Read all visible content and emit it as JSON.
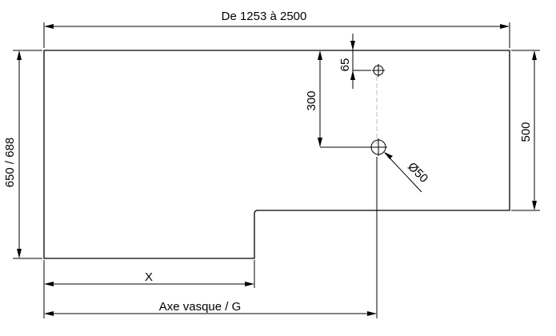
{
  "drawing": {
    "overall_width_label": "De 1253 à 2500",
    "depth_label": "650 / 688",
    "right_depth_label": "500",
    "tap_offset_label": "65",
    "basin_offset_label": "300",
    "hole_diameter_label": "Ø50",
    "step_width_label": "X",
    "basin_axis_label": "Axe vasque / G"
  }
}
